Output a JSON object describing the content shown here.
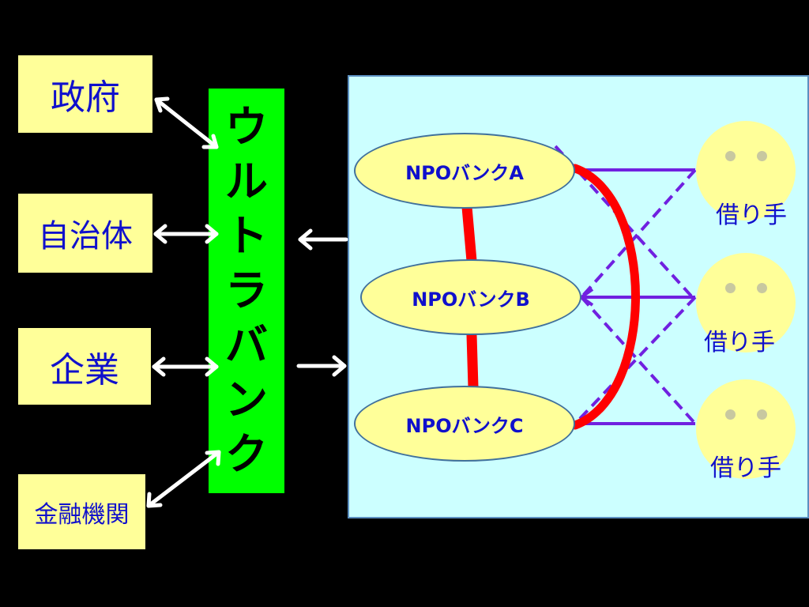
{
  "left_boxes": {
    "government": "政府",
    "local_gov": "自治体",
    "business": "企業",
    "financial": "金融機関"
  },
  "ultra_bank": [
    "ウ",
    "ル",
    "ト",
    "ラ",
    "バ",
    "ン",
    "ク"
  ],
  "banks": [
    "NPOバンクA",
    "NPOバンクB",
    "NPOバンクC"
  ],
  "borrowers": [
    "借り手",
    "借り手",
    "借り手"
  ],
  "colors": {
    "background": "#000000",
    "box_fill": "#FFFF99",
    "text_blue": "#1010CC",
    "ultra_green": "#00FF00",
    "panel_fill": "#CCFFFF",
    "link_red": "#FF0000",
    "line_purple": "#7020E0"
  }
}
